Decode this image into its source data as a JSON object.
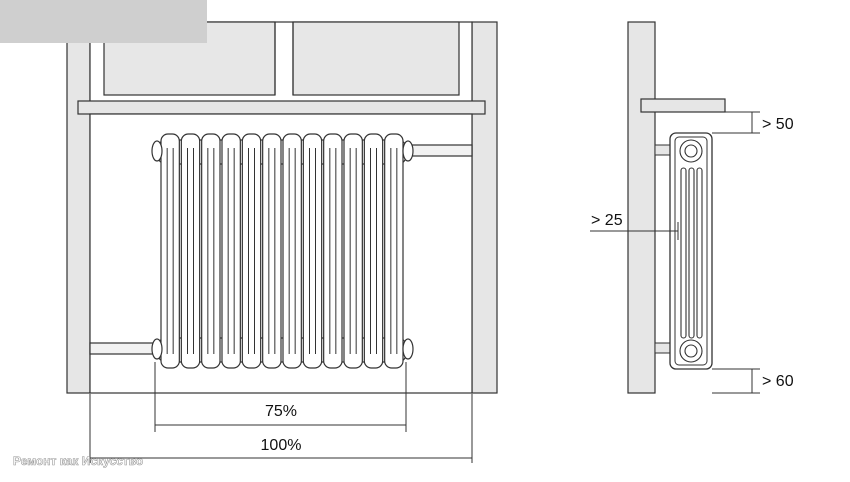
{
  "labels": {
    "pipe_width_ratio": "75%",
    "niche_width_ratio": "100%",
    "gap_above": "> 50",
    "gap_wall": "> 25",
    "gap_below": "> 60"
  },
  "watermark": "Ремонт как Искусство",
  "radiator": {
    "sections": 12
  },
  "colors": {
    "wall": "#e6e6e6",
    "window_glass": "#e7e7e7",
    "line": "#333333",
    "radiator_fill": "#ffffff"
  }
}
